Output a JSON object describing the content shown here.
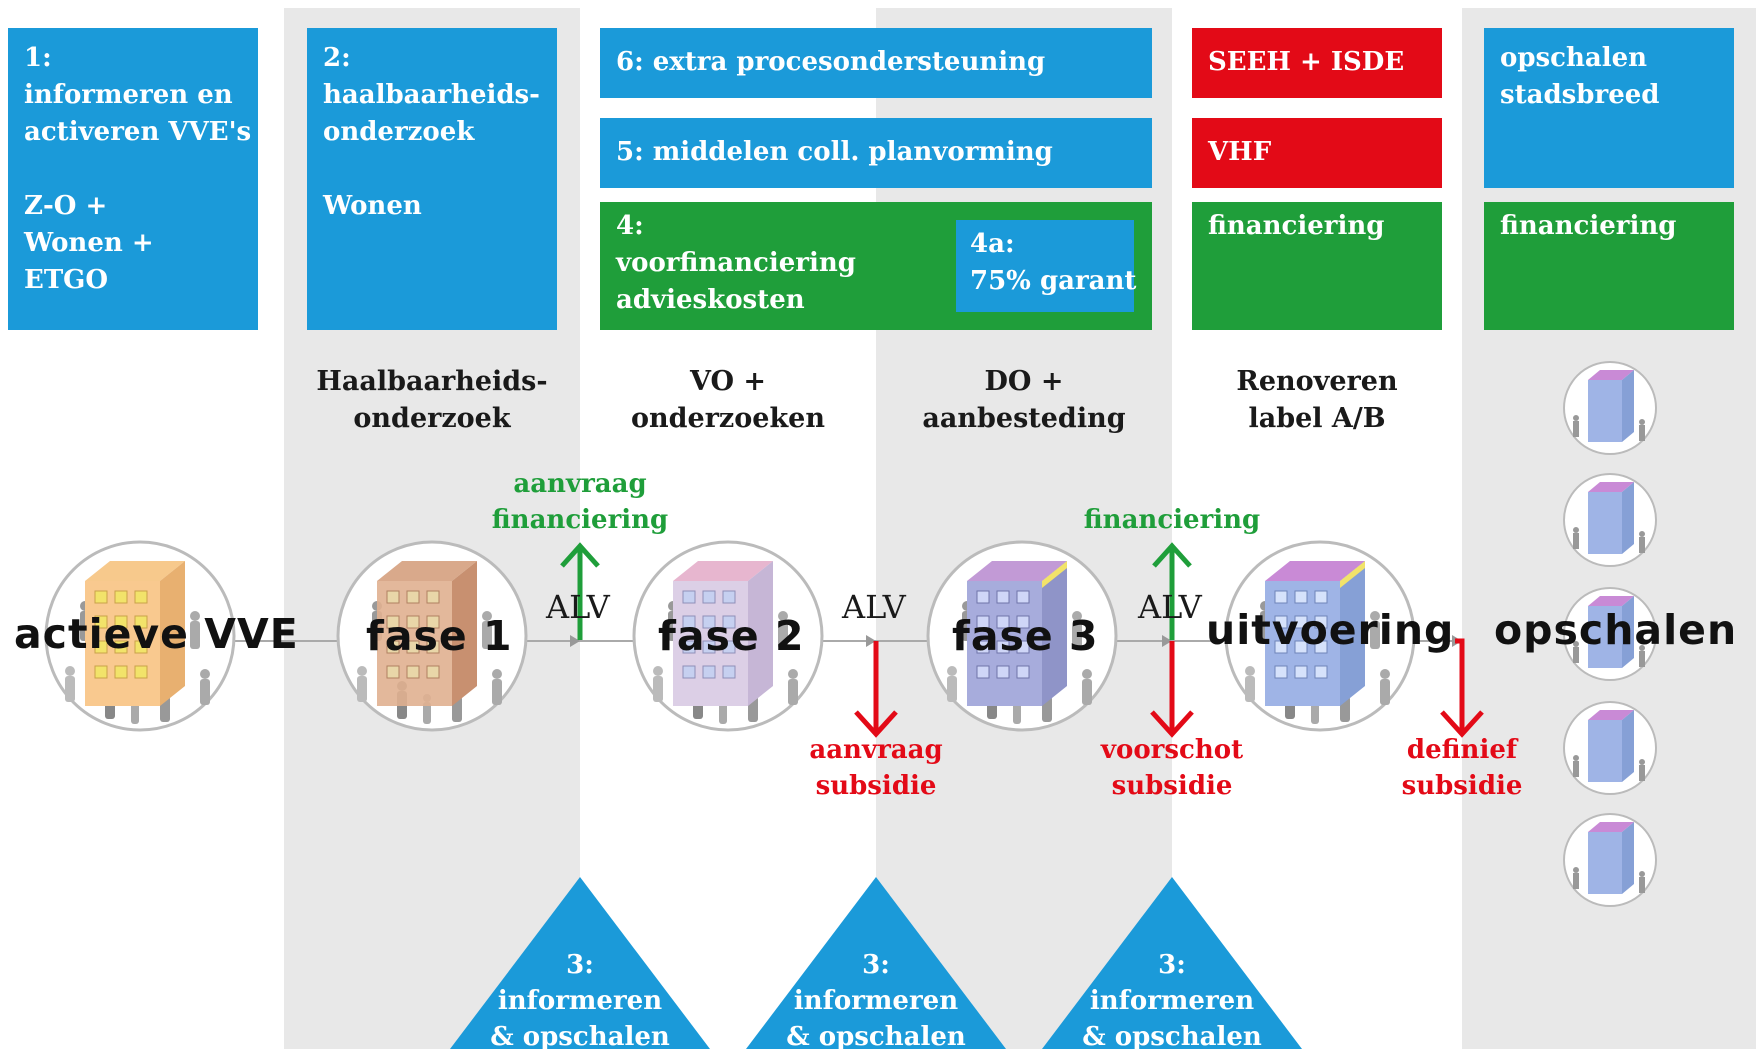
{
  "columns": {
    "c1": {
      "box": [
        "1:",
        "informeren en",
        "activeren VVE's",
        "",
        "Z-O +",
        "Wonen +",
        "ETGO"
      ]
    },
    "c2": {
      "box": [
        "2:",
        "haalbaarheids-",
        "onderzoek",
        "",
        "Wonen"
      ],
      "phase": [
        "Haalbaarheids-",
        "onderzoek"
      ]
    },
    "c3": {
      "phase": [
        "VO +",
        "onderzoeken"
      ]
    },
    "c4": {
      "phase": [
        "DO +",
        "aanbesteding"
      ]
    },
    "c5": {
      "box_red1": "SEEH + ISDE",
      "box_red2": "VHF",
      "box_green": "financiering",
      "phase": [
        "Renoveren",
        "label A/B"
      ]
    },
    "c6": {
      "box_blue": [
        "opschalen",
        "stadsbreed"
      ],
      "box_green": "financiering"
    }
  },
  "wide_boxes": {
    "b6": "6: extra procesondersteuning",
    "b5": "5: middelen coll. planvorming",
    "b4": [
      "4:",
      "voorfinanciering",
      "advieskosten"
    ],
    "b4a": [
      "4a:",
      "75% garant"
    ]
  },
  "stages": [
    "actieve VVE",
    "fase 1",
    "fase 2",
    "fase 3",
    "uitvoering",
    "opschalen"
  ],
  "alv": "ALV",
  "green_labels": {
    "g1": [
      "aanvraag",
      "financiering"
    ],
    "g2": [
      "financiering"
    ]
  },
  "red_labels": {
    "r1": [
      "aanvraag",
      "subsidie"
    ],
    "r2": [
      "voorschot",
      "subsidie"
    ],
    "r3": [
      "definief",
      "subsidie"
    ]
  },
  "triangles": [
    [
      "3:",
      "informeren",
      "& opschalen"
    ],
    [
      "3:",
      "informeren",
      "& opschalen"
    ],
    [
      "3:",
      "informeren",
      "& opschalen"
    ]
  ],
  "colors": {
    "blue": "#1b9ad9",
    "red": "#e30a17",
    "green": "#1f9e3a",
    "band": "#e8e8e8"
  }
}
